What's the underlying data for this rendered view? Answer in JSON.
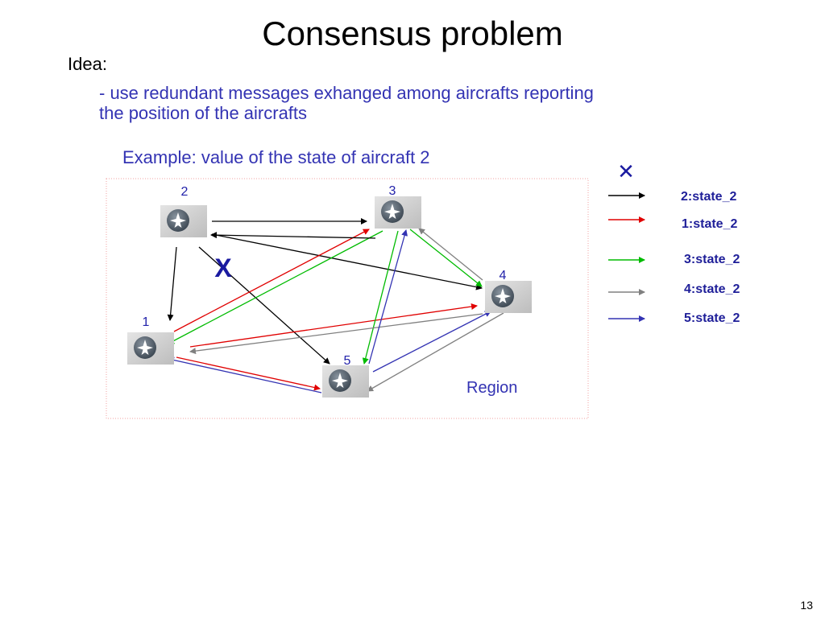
{
  "slide": {
    "title": "Consensus problem",
    "idea_label": "Idea:",
    "bullet_line1": "- use redundant messages exhanged among aircrafts reporting",
    "bullet_line2": "the position of  the aircrafts",
    "example": "Example: value of the state of aircraft 2",
    "page_number": "13"
  },
  "diagram": {
    "region_label": "Region",
    "failure_mark": "X",
    "failure_mark_legend": "✕",
    "nodes": [
      {
        "id": "2",
        "label": "2"
      },
      {
        "id": "3",
        "label": "3"
      },
      {
        "id": "4",
        "label": "4"
      },
      {
        "id": "1",
        "label": "1"
      },
      {
        "id": "5",
        "label": "5"
      }
    ],
    "legend": [
      {
        "label": "2:state_2",
        "color": "#000000"
      },
      {
        "label": "1:state_2",
        "color": "#e00000"
      },
      {
        "label": "3:state_2",
        "color": "#00bb00"
      },
      {
        "label": "4:state_2",
        "color": "#808080"
      },
      {
        "label": "5:state_2",
        "color": "#3333b3"
      }
    ],
    "edges": [
      {
        "from": "2",
        "to": "3",
        "color": "#000000"
      },
      {
        "from": "2",
        "to": "4",
        "color": "#000000"
      },
      {
        "from": "2",
        "to": "1",
        "color": "#000000"
      },
      {
        "from": "2",
        "to": "5",
        "color": "#000000",
        "failed": true
      },
      {
        "from": "1",
        "to": "3",
        "color": "#e00000"
      },
      {
        "from": "1",
        "to": "4",
        "color": "#e00000"
      },
      {
        "from": "1",
        "to": "5",
        "color": "#e00000"
      },
      {
        "from": "3",
        "to": "1",
        "color": "#00bb00"
      },
      {
        "from": "3",
        "to": "4",
        "color": "#00bb00"
      },
      {
        "from": "3",
        "to": "5",
        "color": "#00bb00"
      },
      {
        "from": "3",
        "to": "2",
        "color": "#000000"
      },
      {
        "from": "4",
        "to": "3",
        "color": "#808080"
      },
      {
        "from": "4",
        "to": "1",
        "color": "#808080"
      },
      {
        "from": "4",
        "to": "5",
        "color": "#808080"
      },
      {
        "from": "5",
        "to": "3",
        "color": "#3333b3"
      },
      {
        "from": "5",
        "to": "4",
        "color": "#3333b3"
      },
      {
        "from": "5",
        "to": "1",
        "color": "#3333b3"
      }
    ]
  }
}
